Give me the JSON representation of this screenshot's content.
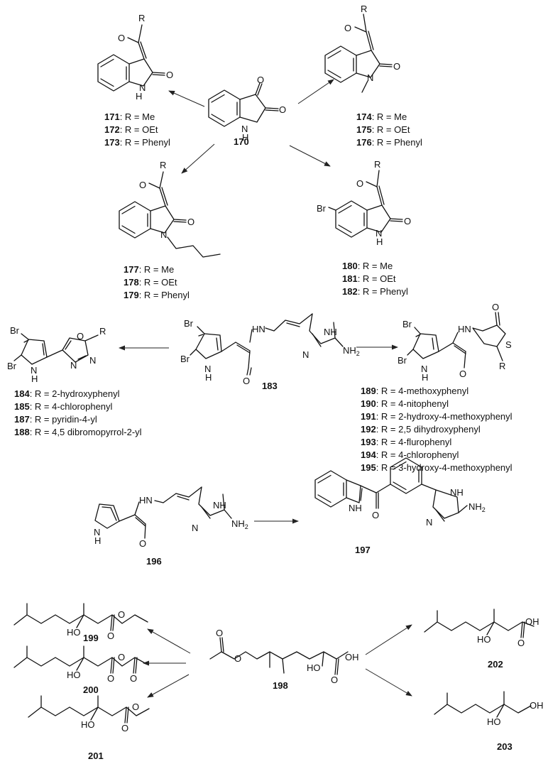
{
  "atoms": {
    "O": "O",
    "N": "N",
    "NH": "NH",
    "H": "H",
    "R": "R",
    "Br": "Br",
    "S": "S",
    "HN": "HN",
    "OH": "OH",
    "HO": "HO",
    "NH2": "NH",
    "sub2": "2"
  },
  "eq": ": R = ",
  "c170": "170",
  "c183": "183",
  "c196": "196",
  "c197": "197",
  "c198": "198",
  "c199": "199",
  "c200": "200",
  "c201": "201",
  "c202": "202",
  "c203": "203",
  "groups": {
    "g171": [
      {
        "num": "171",
        "r": "Me"
      },
      {
        "num": "172",
        "r": "OEt"
      },
      {
        "num": "173",
        "r": "Phenyl"
      }
    ],
    "g174": [
      {
        "num": "174",
        "r": "Me"
      },
      {
        "num": "175",
        "r": "OEt"
      },
      {
        "num": "176",
        "r": "Phenyl"
      }
    ],
    "g177": [
      {
        "num": "177",
        "r": "Me"
      },
      {
        "num": "178",
        "r": "OEt"
      },
      {
        "num": "179",
        "r": "Phenyl"
      }
    ],
    "g180": [
      {
        "num": "180",
        "r": "Me"
      },
      {
        "num": "181",
        "r": "OEt"
      },
      {
        "num": "182",
        "r": "Phenyl"
      }
    ],
    "g184": [
      {
        "num": "184",
        "r": "2-hydroxyphenyl"
      },
      {
        "num": "185",
        "r": "4-chlorophenyl"
      },
      {
        "num": "187",
        "r": " pyridin-4-yl"
      },
      {
        "num": "188",
        "r": "4,5 dibromopyrrol-2-yl"
      }
    ],
    "g189": [
      {
        "num": "189",
        "r": "4-methoxyphenyl"
      },
      {
        "num": "190",
        "r": "4-nitophenyl"
      },
      {
        "num": "191",
        "r": " 2-hydroxy-4-methoxyphenyl"
      },
      {
        "num": "192",
        "r": "2,5 dihydroxyphenyl"
      },
      {
        "num": "193",
        "r": "4-flurophenyl"
      },
      {
        "num": "194",
        "r": "4-chlorophenyl"
      },
      {
        "num": "195",
        "r": "3-hydroxy-4-methoxyphenyl"
      }
    ]
  }
}
